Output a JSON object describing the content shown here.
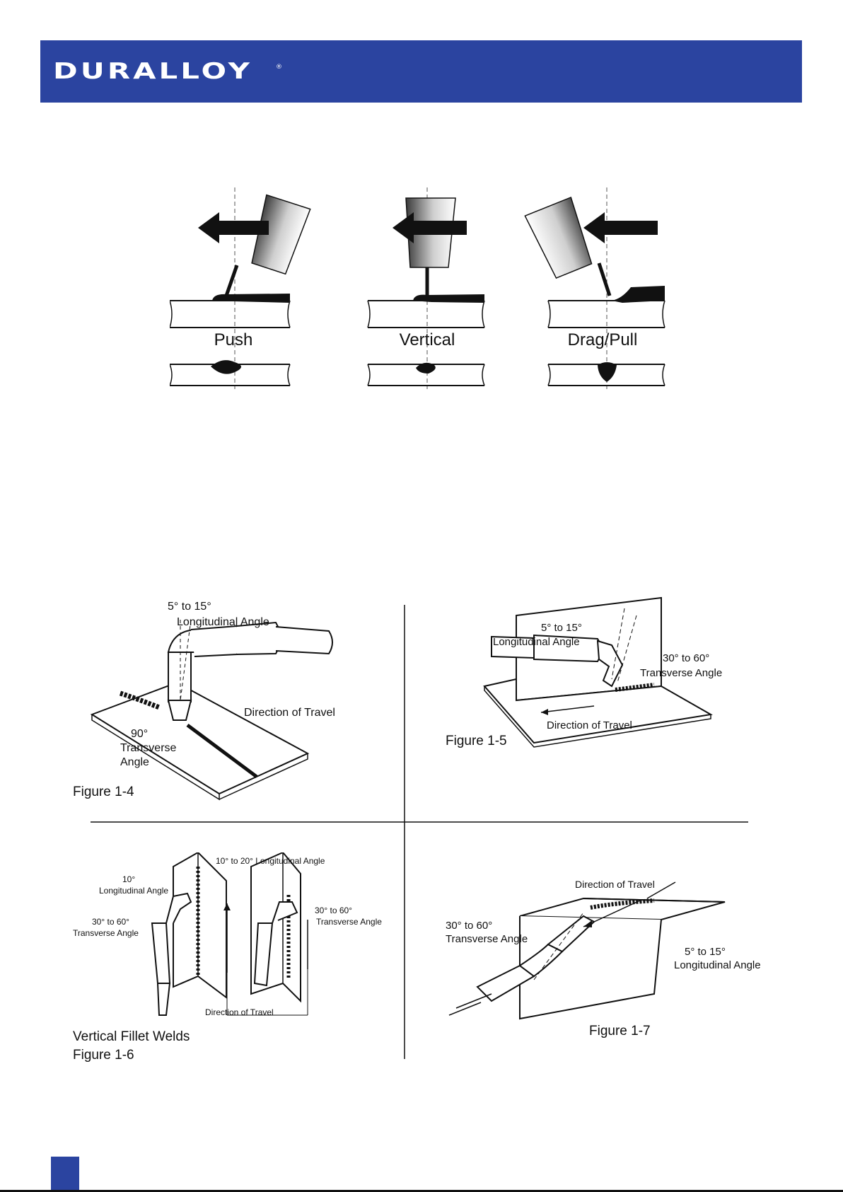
{
  "header": {
    "brand": "DURALLOY",
    "reg_mark": "®"
  },
  "angles_figure": {
    "labels": [
      "Push",
      "Vertical",
      "Drag/Pull"
    ]
  },
  "figure_1_4": {
    "longitudinal_range": "5° to 15°",
    "longitudinal_label": "Longitudinal Angle",
    "direction": "Direction of Travel",
    "transverse_value": "90°",
    "transverse_label_1": "Transverse",
    "transverse_label_2": "Angle",
    "caption": "Figure 1-4"
  },
  "figure_1_5": {
    "longitudinal_range": "5° to 15°",
    "longitudinal_label": "Longitudinal Angle",
    "transverse_range": "30° to 60°",
    "transverse_label": "Transverse Angle",
    "direction": "Direction of Travel",
    "caption": "Figure 1-5"
  },
  "figure_1_6": {
    "left_longitudinal_value": "10°",
    "left_longitudinal_label": "Longitudinal Angle",
    "left_transverse_range": "30° to 60°",
    "left_transverse_label": "Transverse Angle",
    "top_longitudinal": "10° to 20° Longitudinal Angle",
    "right_transverse_range": "30° to 60°",
    "right_transverse_label": "Transverse Angle",
    "direction": "Direction of Travel",
    "title": "Vertical Fillet Welds",
    "caption": "Figure 1-6"
  },
  "figure_1_7": {
    "direction": "Direction of Travel",
    "transverse_range": "30° to 60°",
    "transverse_label": "Transverse Angle",
    "longitudinal_range": "5° to 15°",
    "longitudinal_label": "Longitudinal Angle",
    "caption": "Figure 1-7"
  }
}
